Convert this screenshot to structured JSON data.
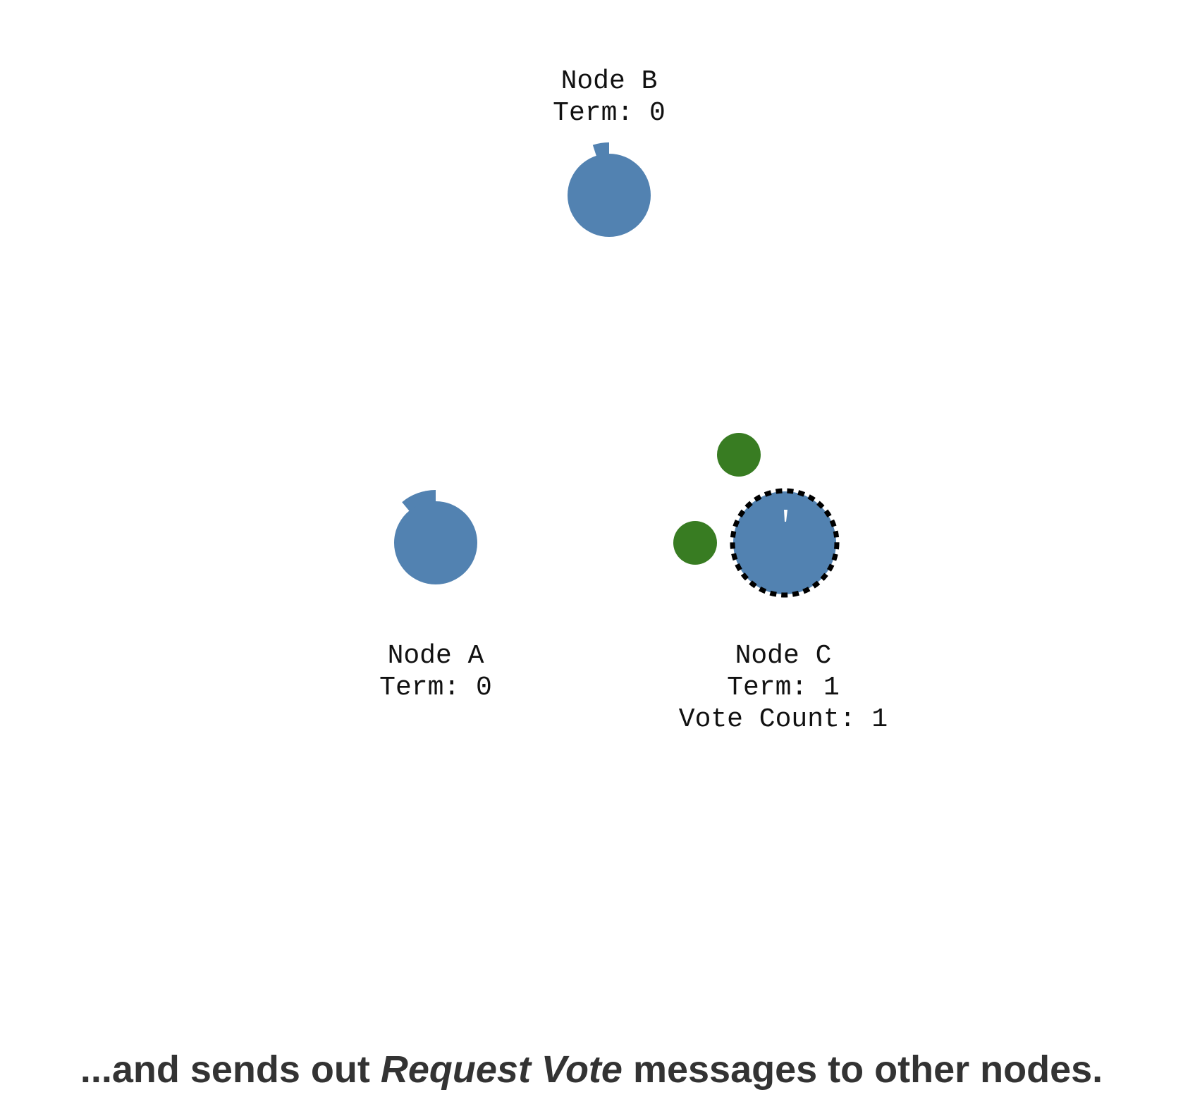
{
  "colors": {
    "node_fill": "#5282b1",
    "message_fill": "#387c22",
    "candidate_ring": "#000000",
    "timer_tick": "#ffffff",
    "label_text": "#111111",
    "caption_text": "#333333"
  },
  "nodes": [
    {
      "id": "b",
      "name_line": "Node B",
      "term_line": "Term: 0",
      "vote_line": "",
      "state": "follower",
      "election_timeout_remaining": 0.95
    },
    {
      "id": "a",
      "name_line": "Node A",
      "term_line": "Term: 0",
      "vote_line": "",
      "state": "follower",
      "election_timeout_remaining": 0.89
    },
    {
      "id": "c",
      "name_line": "Node C",
      "term_line": "Term: 1",
      "vote_line": "Vote Count: 1",
      "state": "candidate",
      "election_timeout_remaining": 1.0
    }
  ],
  "messages": [
    {
      "type": "RequestVote",
      "from": "c",
      "to": "b"
    },
    {
      "type": "RequestVote",
      "from": "c",
      "to": "a"
    }
  ],
  "caption": {
    "before": "...and sends out ",
    "emphasis": "Request Vote",
    "after": " messages to other nodes."
  }
}
